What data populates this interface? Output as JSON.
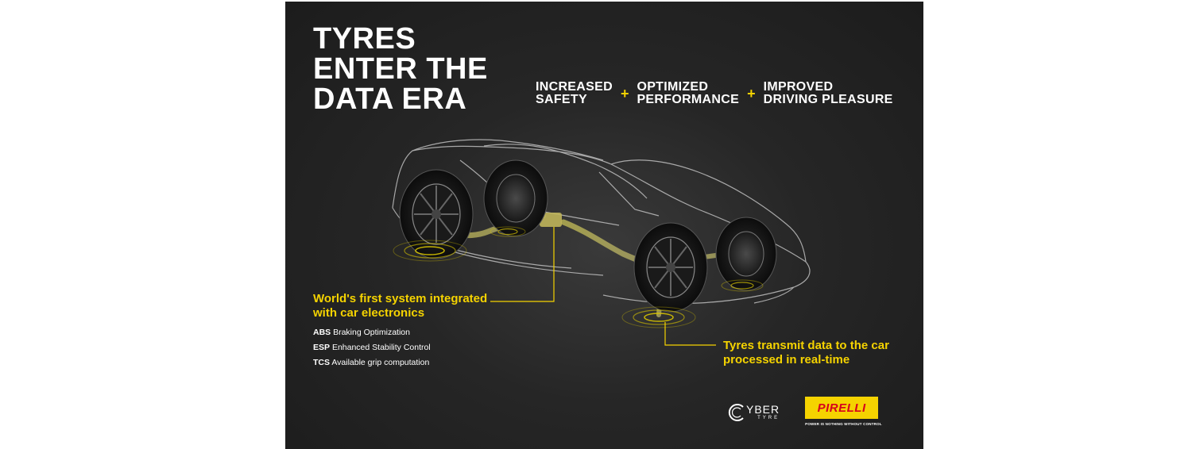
{
  "headline": {
    "line1": "TYRES",
    "line2": "ENTER THE",
    "line3": "DATA ERA"
  },
  "benefits": [
    {
      "line1": "INCREASED",
      "line2": "SAFETY"
    },
    {
      "line1": "OPTIMIZED",
      "line2": "PERFORMANCE"
    },
    {
      "line1": "IMPROVED",
      "line2": "DRIVING PLEASURE"
    }
  ],
  "plus_symbol": "+",
  "callout_system": {
    "line1": "World's first system integrated",
    "line2": "with car electronics",
    "features": [
      {
        "code": "ABS",
        "text": "Braking Optimization"
      },
      {
        "code": "ESP",
        "text": "Enhanced Stability Control"
      },
      {
        "code": "TCS",
        "text": "Available grip computation"
      }
    ]
  },
  "callout_data": {
    "line1": "Tyres transmit data to the car",
    "line2": "processed in real-time"
  },
  "logos": {
    "cyber_tyre": {
      "word": "YBER",
      "sub": "TYRE"
    },
    "pirelli": {
      "word": "PIRELLI",
      "tagline": "POWER IS NOTHING WITHOUT CONTROL"
    }
  },
  "colors": {
    "accent": "#f5d300",
    "background": "#262626",
    "text": "#ffffff",
    "brand_red": "#d6001c"
  }
}
